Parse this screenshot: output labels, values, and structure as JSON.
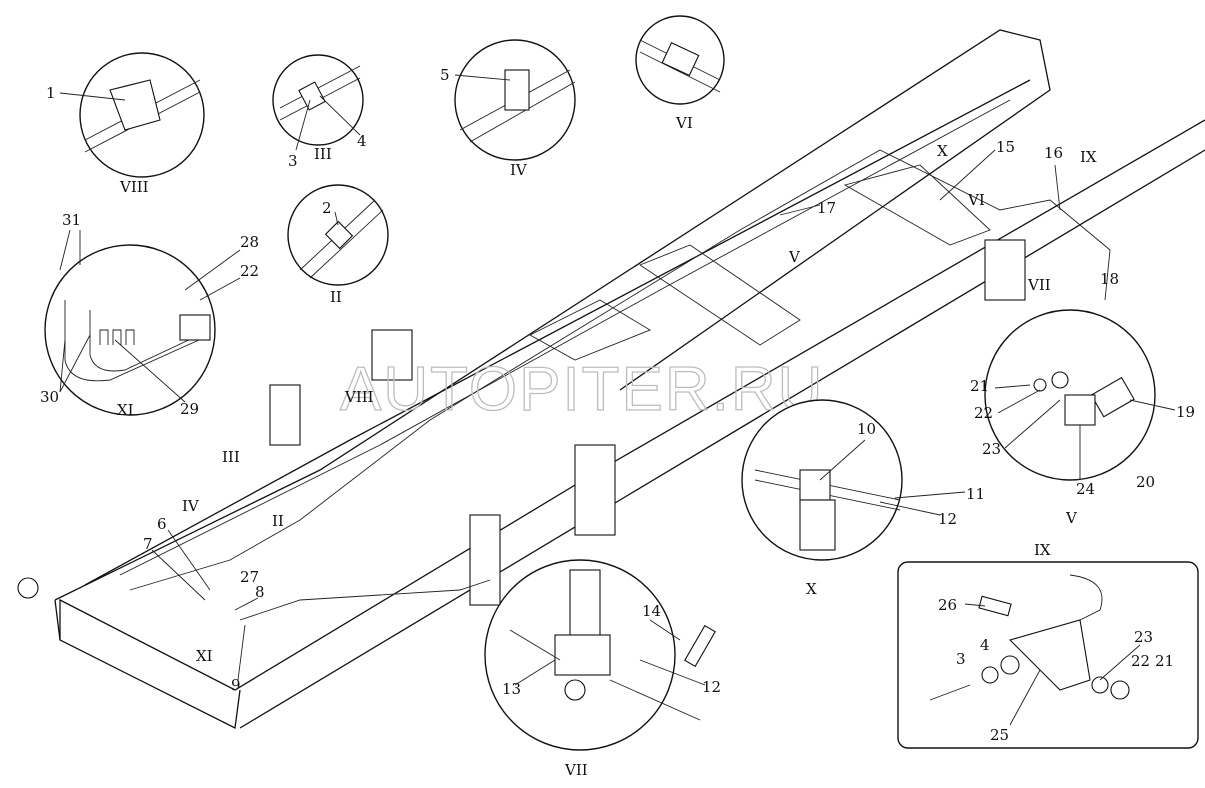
{
  "watermark": "AUTOPITER.RU",
  "views": {
    "VIII": "VIII",
    "III": "III",
    "IV": "IV",
    "VI": "VI",
    "II": "II",
    "XI": "XI",
    "X": "X",
    "V": "V",
    "VII": "VII",
    "IX": "IX"
  },
  "parts": {
    "p1": "1",
    "p2": "2",
    "p3": "3",
    "p4": "4",
    "p5": "5",
    "p6": "6",
    "p7": "7",
    "p8": "8",
    "p9": "9",
    "p10": "10",
    "p11": "11",
    "p12": "12",
    "p13": "13",
    "p14": "14",
    "p15": "15",
    "p16": "16",
    "p17": "17",
    "p18": "18",
    "p19": "19",
    "p20": "20",
    "p21": "21",
    "p22": "22",
    "p23": "23",
    "p24": "24",
    "p25": "25",
    "p26": "26",
    "p27": "27",
    "p28": "28",
    "p29": "29",
    "p30": "30",
    "p31": "31"
  },
  "colors": {
    "line": "#111111",
    "watermark": "#bdbdbd",
    "background": "#ffffff"
  }
}
